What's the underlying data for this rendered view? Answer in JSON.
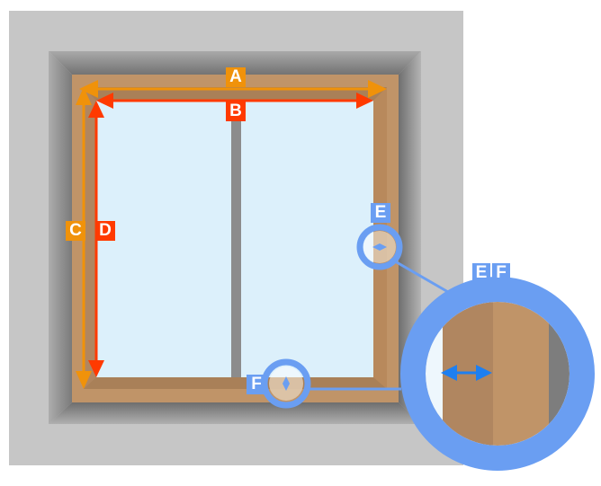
{
  "diagram": {
    "title": "Window frame measurement guide",
    "colors": {
      "background": "#ffffff",
      "wall": "#c6c6c6",
      "recess_dark": "#7d7d7d",
      "frame_light": "#c09468",
      "frame_dark": "#a98058",
      "glass": "#dcf0fb",
      "mullion": "#8c8c8c",
      "outer_measure": "#f0920a",
      "inner_measure": "#ff3a00",
      "detail_marker": "#6a9ef2",
      "detail_arrow": "#1e7ff0"
    },
    "labels": {
      "A": "A",
      "B": "B",
      "C": "C",
      "D": "D",
      "E": "E",
      "F": "F",
      "detail_E": "E",
      "detail_F": "F"
    },
    "measurements": [
      {
        "id": "A",
        "description": "outer frame width",
        "orientation": "horizontal",
        "color": "orange"
      },
      {
        "id": "B",
        "description": "inner (glass) width",
        "orientation": "horizontal",
        "color": "red"
      },
      {
        "id": "C",
        "description": "outer frame height",
        "orientation": "vertical",
        "color": "orange"
      },
      {
        "id": "D",
        "description": "inner (glass) height",
        "orientation": "vertical",
        "color": "red"
      },
      {
        "id": "E",
        "description": "side frame depth detail",
        "color": "blue"
      },
      {
        "id": "F",
        "description": "bottom frame depth detail",
        "color": "blue"
      }
    ]
  }
}
